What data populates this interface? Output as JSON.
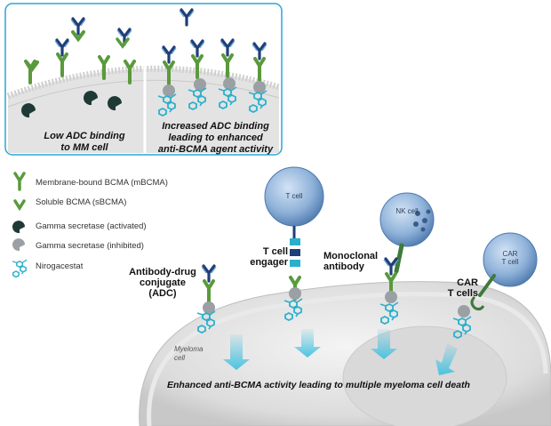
{
  "inset": {
    "left_caption_line1": "Low ADC binding",
    "left_caption_line2": "to MM cell",
    "right_caption_line1": "Increased ADC binding",
    "right_caption_line2": "leading to enhanced",
    "right_caption_line3": "anti-BCMA agent activity"
  },
  "legend": {
    "items": [
      {
        "icon": "membrane-bound-bcma-icon",
        "label": "Membrane-bound BCMA (mBCMA)"
      },
      {
        "icon": "soluble-bcma-icon",
        "label": "Soluble BCMA (sBCMA)"
      },
      {
        "icon": "gamma-secretase-activated-icon",
        "label": "Gamma secretase (activated)"
      },
      {
        "icon": "gamma-secretase-inhibited-icon",
        "label": "Gamma secretase (inhibited)"
      },
      {
        "icon": "nirogacestat-icon",
        "label": "Nirogacestat"
      }
    ]
  },
  "agents": {
    "adc_line1": "Antibody-drug",
    "adc_line2": "conjugate",
    "adc_line3": "(ADC)",
    "tce_line1": "T cell",
    "tce_line2": "engager",
    "mab_line1": "Monoclonal",
    "mab_line2": "antibody",
    "car_line1": "CAR",
    "car_line2": "T cells"
  },
  "cells": {
    "t_cell": "T cell",
    "nk_cell": "NK cell",
    "car_t_line1": "CAR",
    "car_t_line2": "T cell",
    "myeloma_line1": "Myeloma",
    "myeloma_line2": "cell"
  },
  "bottom_caption": "Enhanced anti-BCMA activity leading to multiple myeloma cell death",
  "colors": {
    "inset_border": "#2aa6d6",
    "bcma_green": "#5a9a3c",
    "antibody_blue": "#1f3f78",
    "nirogacestat_cyan": "#2bb0cc",
    "secretase_active": "#1f3a36",
    "secretase_inhibited": "#9aa0a4",
    "cell_blue": "#7ea4d0",
    "arrow_cyan": "#4cc3e0"
  }
}
